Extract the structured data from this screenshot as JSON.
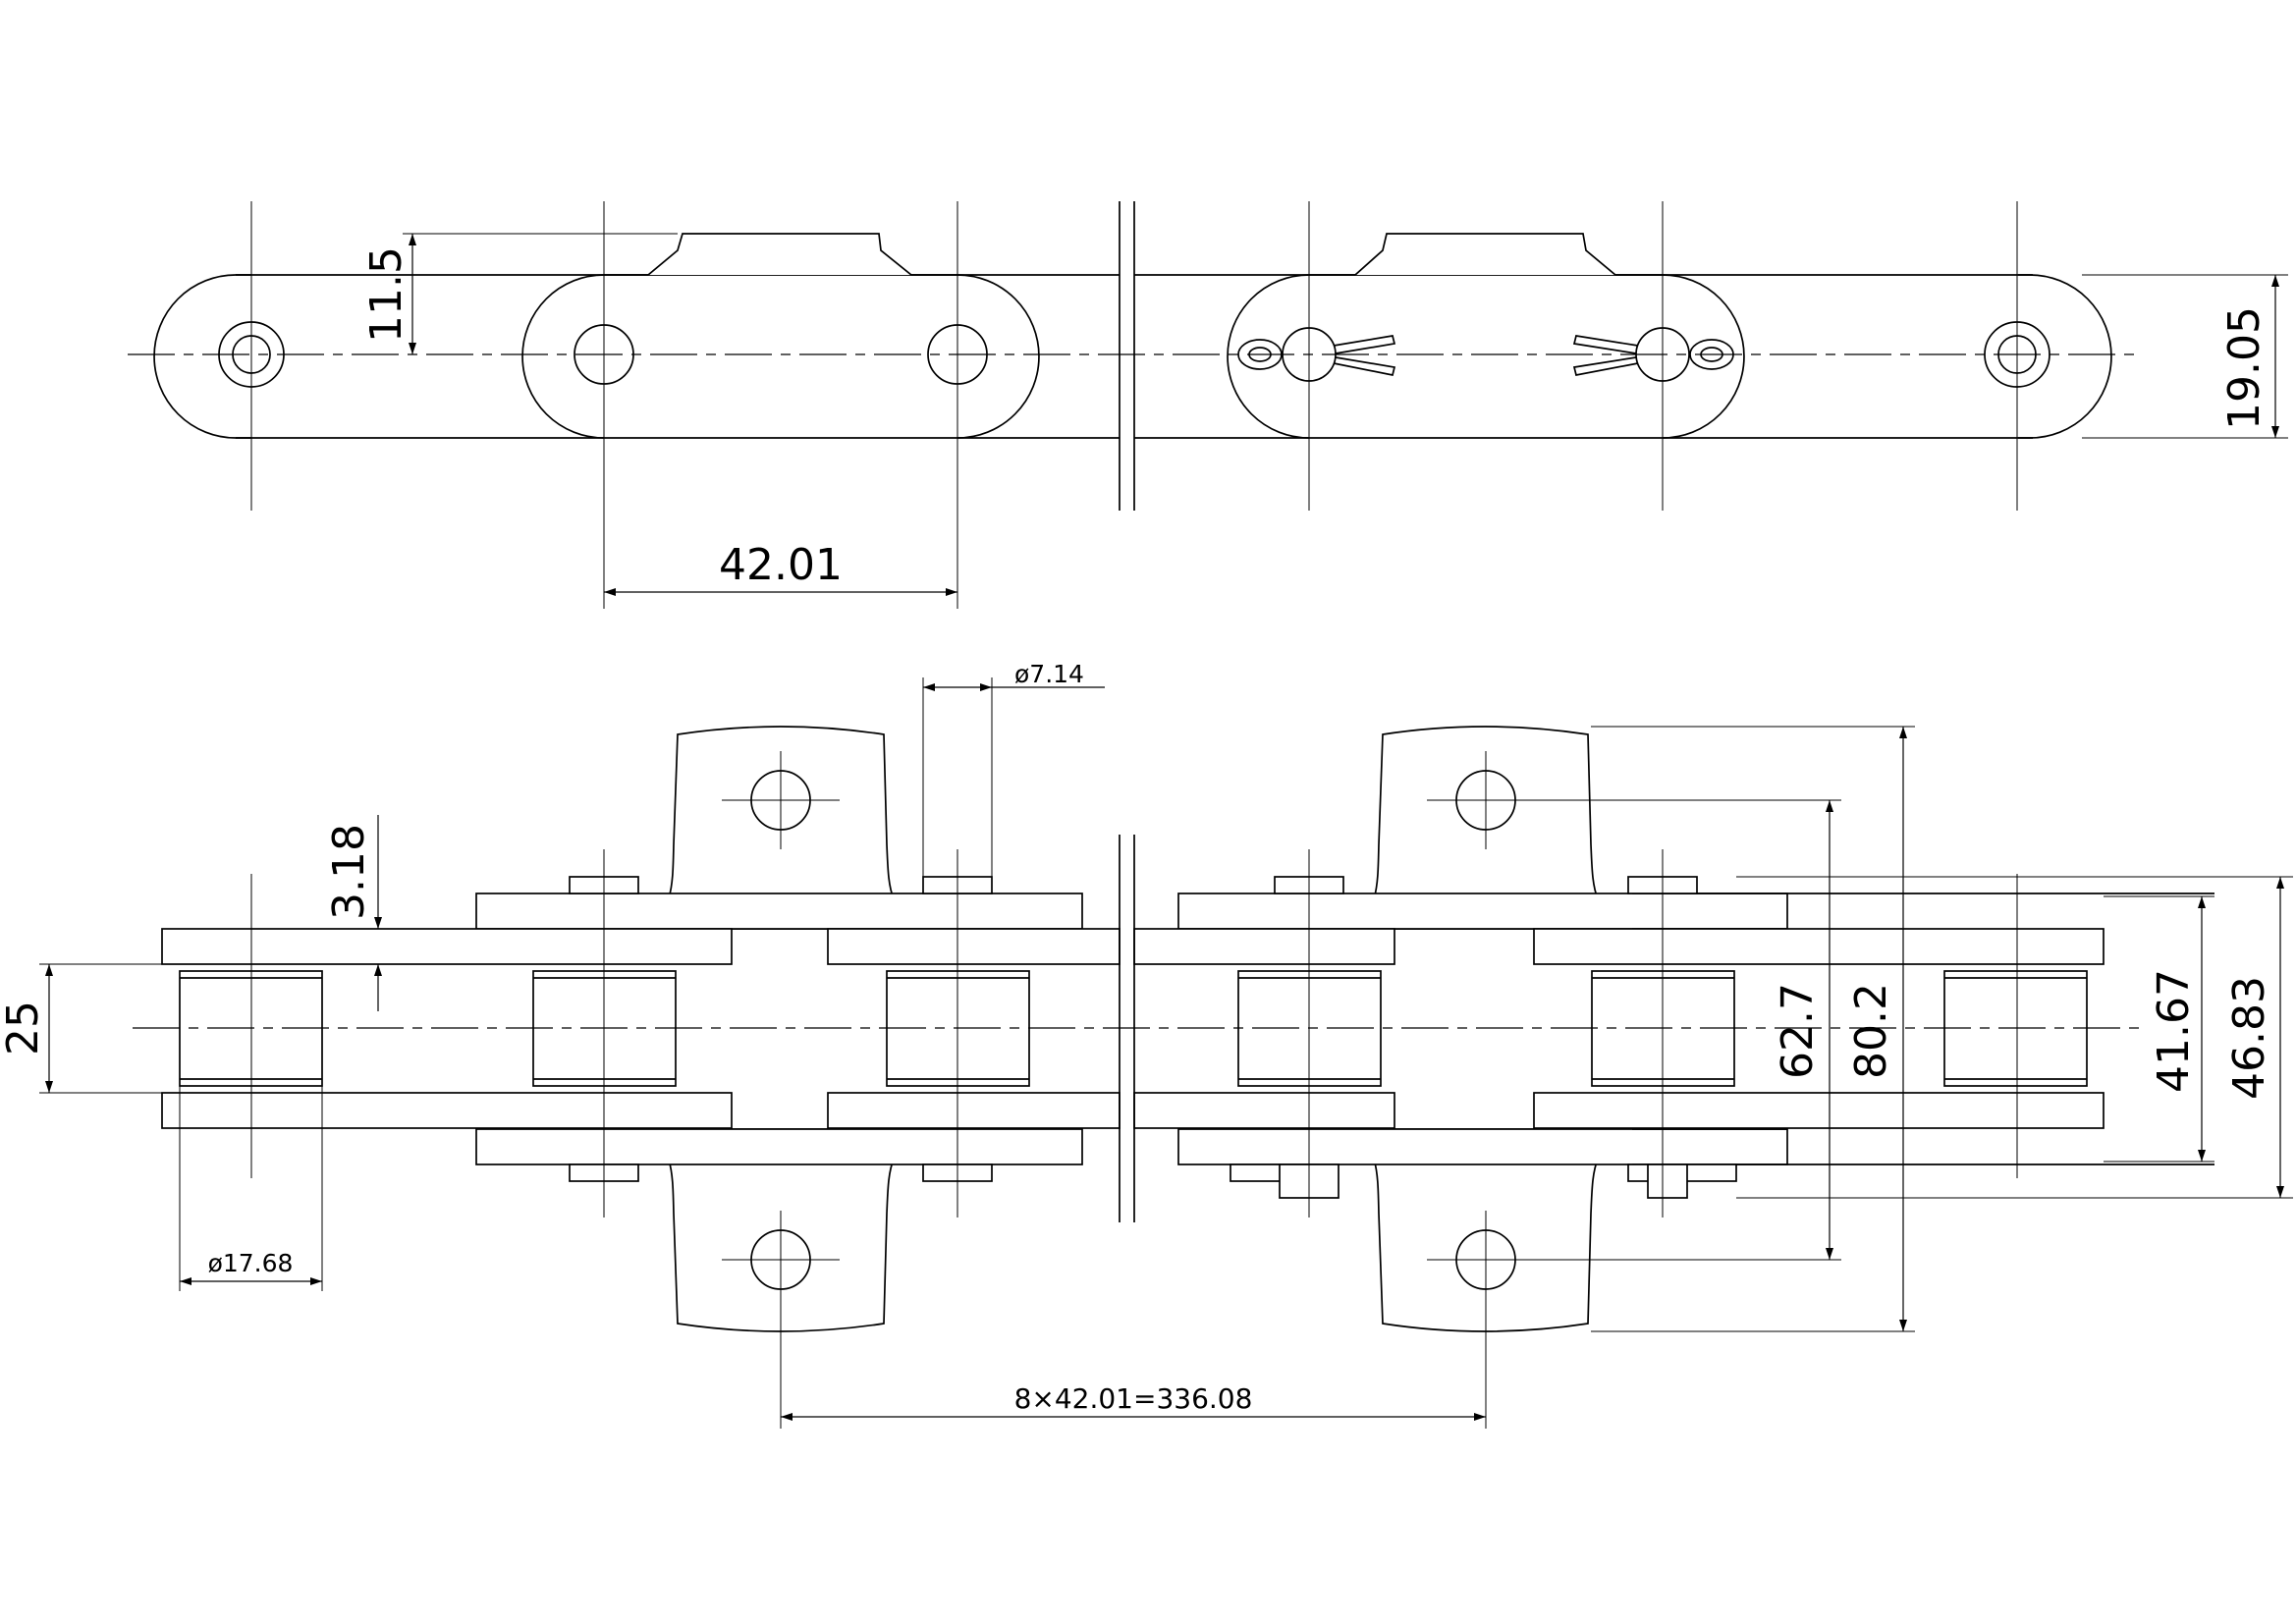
{
  "dimensions": {
    "top_pitch": "42.01",
    "top_plate_offset": "11.5",
    "top_height": "19.05",
    "pin_diameter": "ø7.14",
    "plate_thickness": "3.18",
    "inner_width": "25",
    "roller_diameter": "ø17.68",
    "attachment_hole_span": "62.7",
    "attachment_width": "80.2",
    "pin_width": "41.67",
    "overall_width": "46.83",
    "attachment_spacing": "8×42.01=336.08"
  }
}
